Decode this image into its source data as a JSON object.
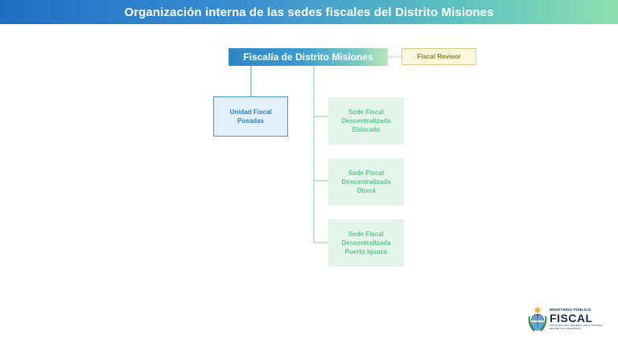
{
  "header": {
    "title": "Organización interna de las sedes fiscales del Distrito Misiones"
  },
  "diagram": {
    "root": "Fiscalía de Distrito Misiones",
    "revisor": "Fiscal Revisor",
    "unidad": [
      "Unidad Fiscal",
      "Posadas"
    ],
    "sedes": [
      [
        "Sede Fiscal",
        "Descentralizada",
        "Eldorado"
      ],
      [
        "Sede Fiscal",
        "Descentralizada",
        "Oberá"
      ],
      [
        "Sede Fiscal",
        "Descentralizada",
        "Puerto Iguazú"
      ]
    ]
  },
  "logo": {
    "line1": "MINISTERIO PÚBLICO",
    "line2": "FISCAL",
    "line3": "PROCURACIÓN GENERAL DE LA NACIÓN",
    "line4": "REPÚBLICA ARGENTINA"
  },
  "colors": {
    "header_start": "#1d6fc4",
    "header_end": "#8ee0b0",
    "unidad_border": "#4a95cf",
    "sede_text": "#5ec48b",
    "revisor_bg": "#fbf7dc"
  }
}
